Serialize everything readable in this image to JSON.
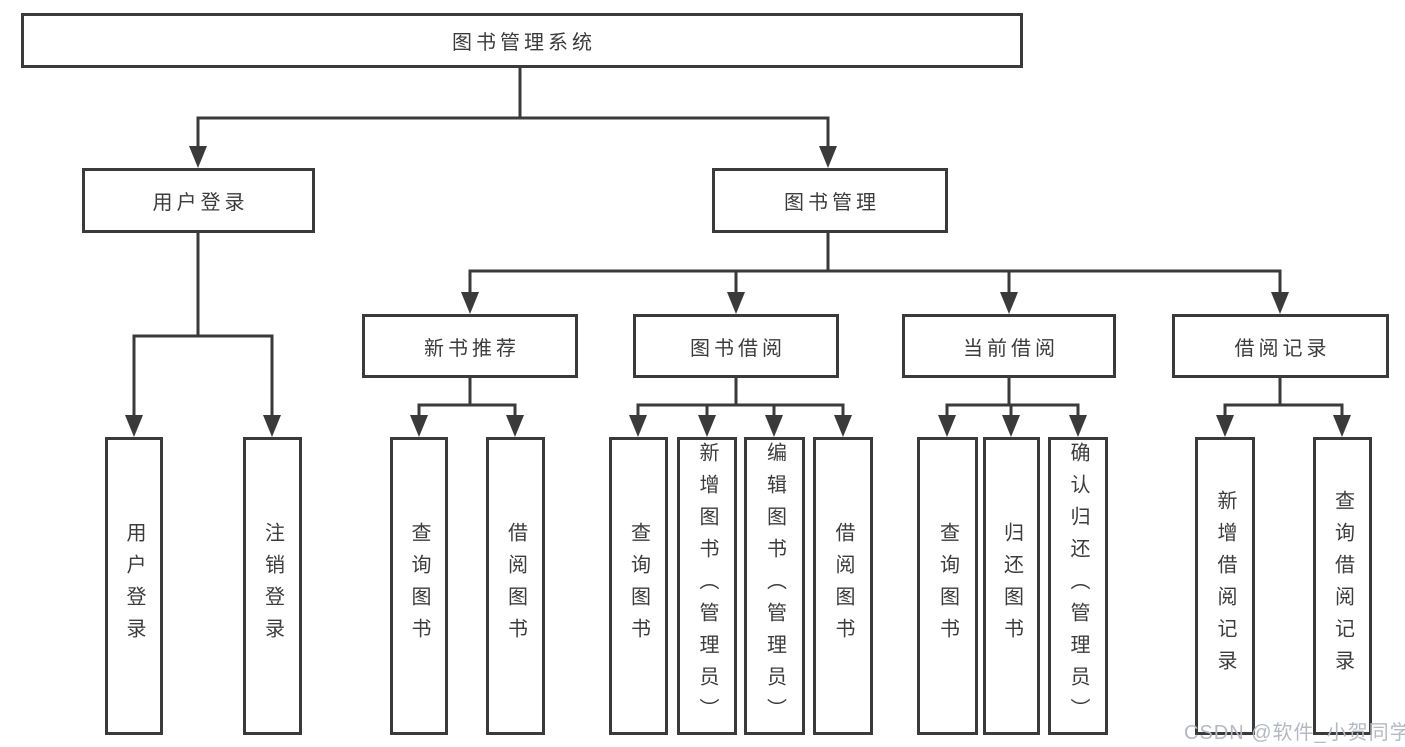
{
  "colors": {
    "line": "#3a3a3a",
    "border": "#3a3a3a",
    "text": "#3c3c3c",
    "watermark": "#b4bac4",
    "bg": "#ffffff"
  },
  "nodes": {
    "root": "图书管理系统",
    "l2": [
      "用户登录",
      "图书管理"
    ],
    "l3": [
      "新书推荐",
      "图书借阅",
      "当前借阅",
      "借阅记录"
    ],
    "l4": [
      "用户登录",
      "注销登录",
      "查询图书",
      "借阅图书",
      "查询图书",
      "新增图书（管理员）",
      "编辑图书（管理员）",
      "借阅图书",
      "查询图书",
      "归还图书",
      "确认归还（管理员）",
      "新增借阅记录",
      "查询借阅记录"
    ]
  },
  "watermark": {
    "text": "CSDN @软件_小贺同学"
  }
}
